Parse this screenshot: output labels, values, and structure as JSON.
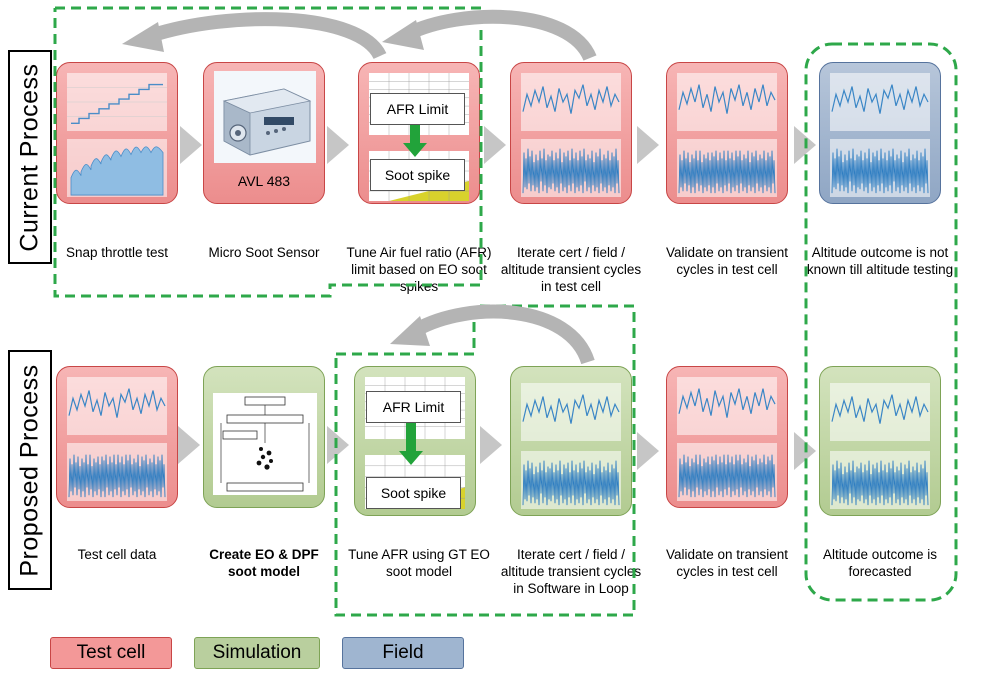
{
  "rows": {
    "current_label": "Current Process",
    "proposed_label": "Proposed Process"
  },
  "current": {
    "snap_caption": "Snap throttle test",
    "soot_sensor_device_label": "AVL 483",
    "soot_sensor_caption": "Micro Soot Sensor",
    "tune_callout_top": "AFR Limit",
    "tune_callout_bottom": "Soot spike",
    "tune_caption": "Tune Air fuel ratio (AFR) limit based on EO soot spikes",
    "iterate_caption": "Iterate cert / field / altitude transient cycles in test cell",
    "validate_caption": "Validate on transient cycles in test cell",
    "altitude_caption": "Altitude outcome is not known till altitude testing"
  },
  "proposed": {
    "data_caption": "Test cell data",
    "model_caption": "Create EO & DPF soot model",
    "tune_callout_top": "AFR Limit",
    "tune_callout_bottom": "Soot spike",
    "tune_caption": "Tune AFR using GT EO soot model",
    "iterate_caption": "Iterate cert / field / altitude transient cycles in Software in Loop",
    "validate_caption": "Validate on transient cycles in test cell",
    "altitude_caption": "Altitude outcome is forecasted"
  },
  "legend": {
    "test_cell": "Test cell",
    "simulation": "Simulation",
    "field": "Field"
  },
  "colors": {
    "test_cell_fill": "#f39898",
    "simulation_fill": "#b9cf9e",
    "field_fill": "#9fb5d0",
    "dashed_outline": "#2ea84a",
    "loop_arrow": "#b4b4b4"
  }
}
